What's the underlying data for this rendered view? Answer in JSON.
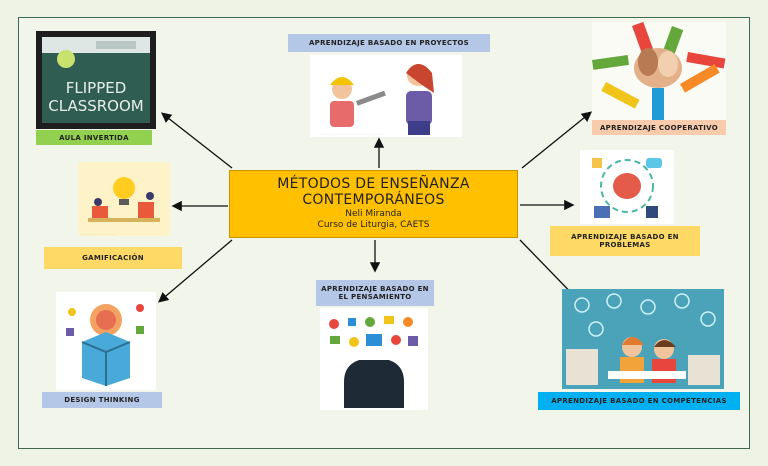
{
  "center": {
    "title_line1": "MÉTODOS DE ENSEÑANZA",
    "title_line2": "CONTEMPORÁNEOS",
    "author": "Neli Miranda",
    "course": "Curso de Liturgia, CAETS"
  },
  "nodes": {
    "flipped": {
      "label": "AULA INVERTIDA",
      "image_text_1": "FLIPPED",
      "image_text_2": "CLASSROOM"
    },
    "projects": {
      "label": "APRENDIZAJE BASADO EN PROYECTOS"
    },
    "cooperative": {
      "label": "APRENDIZAJE COOPERATIVO"
    },
    "gamification": {
      "label": "GAMIFICACIÓN"
    },
    "problems": {
      "label_line1": "APRENDIZAJE BASADO EN",
      "label_line2": "PROBLEMAS"
    },
    "thinking": {
      "label_line1": "APRENDIZAJE BASADO EN",
      "label_line2": "EL PENSAMIENTO"
    },
    "design": {
      "label": "DESIGN THINKING"
    },
    "competencies": {
      "label": "APRENDIZAJE BASADO EN COMPETENCIAS"
    }
  },
  "colors": {
    "center_fill": "#ffc000",
    "label_green": "#92d050",
    "label_blue_light": "#b4c7e7",
    "label_peach": "#f8cbad",
    "label_yellow": "#ffd966",
    "label_blue": "#00b0f0",
    "border": "#3d6b4f"
  }
}
